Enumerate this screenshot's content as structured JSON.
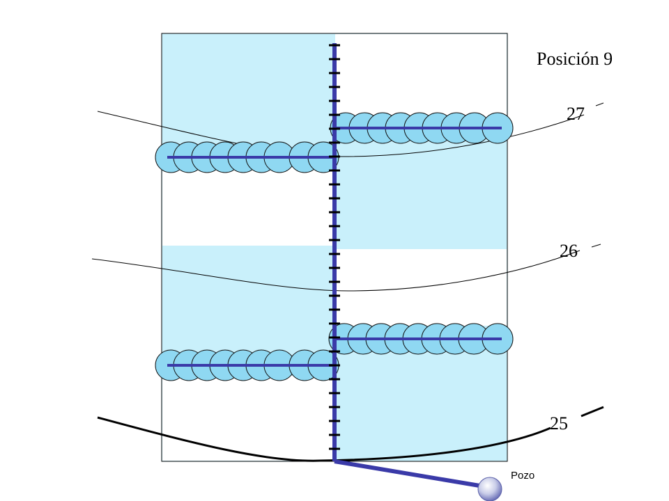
{
  "title": "Posición 9",
  "contours": [
    {
      "label": "27"
    },
    {
      "label": "26"
    },
    {
      "label": "25"
    }
  ],
  "well_label": "Pozo",
  "colors": {
    "shaded_zone": "#c9f0fb",
    "bead_fill": "#8fd8f2",
    "axis": "#3a3aa8",
    "outline": "#000000"
  },
  "icons": [
    "well-head-icon"
  ]
}
